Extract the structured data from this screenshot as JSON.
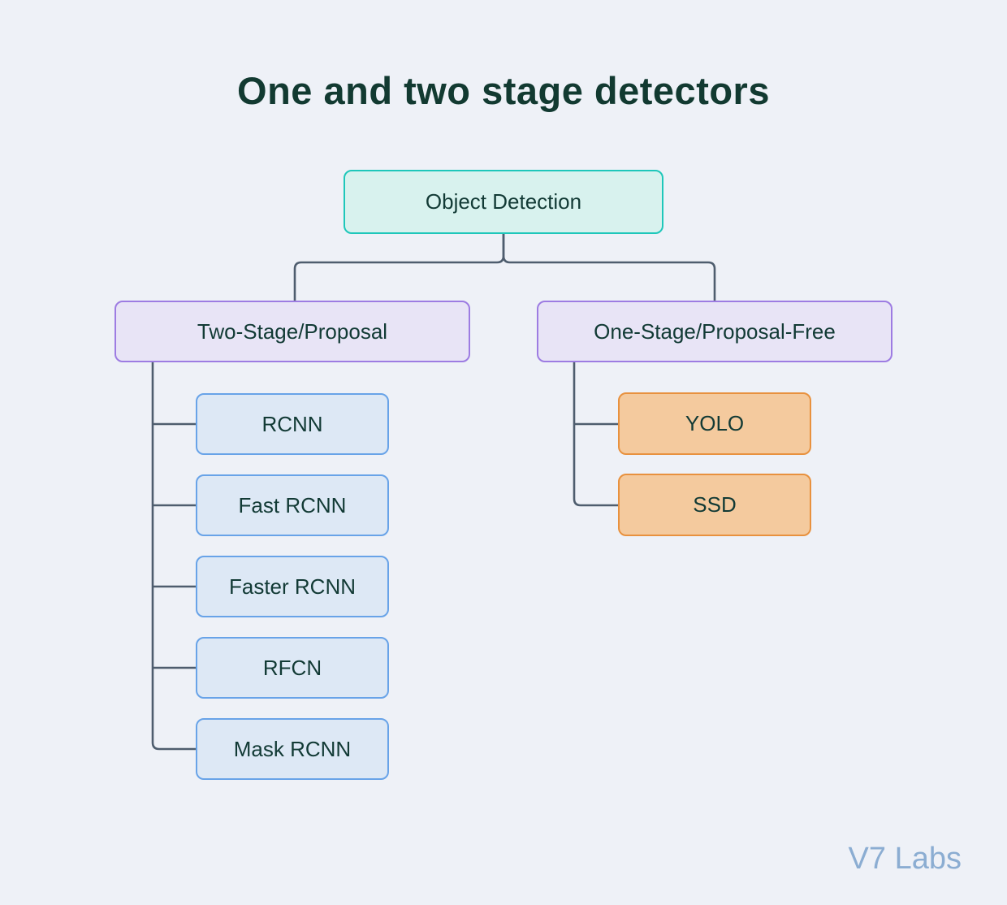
{
  "title": "One and two stage detectors",
  "watermark": "V7 Labs",
  "colors": {
    "background": "#eef1f7",
    "title_text": "#123a31",
    "node_text": "#123a35",
    "connector": "#4e5d6e",
    "root_fill": "#d8f2ee",
    "root_border": "#1ec7ba",
    "branch_fill": "#e8e4f6",
    "branch_border": "#9d7ce2",
    "leaf_blue_fill": "#dde8f5",
    "leaf_blue_border": "#68a3e8",
    "leaf_orange_fill": "#f4ca9e",
    "leaf_orange_border": "#e8913e"
  },
  "tree": {
    "root": {
      "label": "Object Detection"
    },
    "branches": [
      {
        "label": "Two-Stage/Proposal",
        "children": [
          "RCNN",
          "Fast RCNN",
          "Faster RCNN",
          "RFCN",
          "Mask RCNN"
        ]
      },
      {
        "label": "One-Stage/Proposal-Free",
        "children": [
          "YOLO",
          "SSD"
        ]
      }
    ]
  }
}
